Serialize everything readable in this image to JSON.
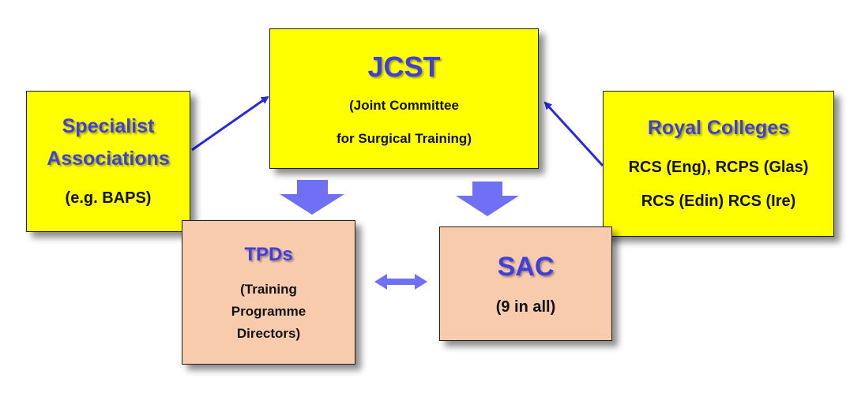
{
  "colors": {
    "primary_box": "#ffff00",
    "secondary_box": "#f8cbad",
    "title_text": "#3f3fe0",
    "connector": "#2929e0",
    "block_arrow": "#7070f5"
  },
  "jcst": {
    "title": "JCST",
    "line1": "(Joint Committee",
    "line2": "for Surgical Training)"
  },
  "specialist": {
    "title1": "Specialist",
    "title2": "Associations",
    "line1": "(e.g. BAPS)"
  },
  "royal": {
    "title": "Royal Colleges",
    "line1": "RCS (Eng), RCPS (Glas)",
    "line2": "RCS (Edin) RCS (Ire)"
  },
  "tpds": {
    "title": "TPDs",
    "line1": "(Training",
    "line2": "Programme",
    "line3": "Directors)"
  },
  "sac": {
    "title": "SAC",
    "line1": "(9 in all)"
  }
}
